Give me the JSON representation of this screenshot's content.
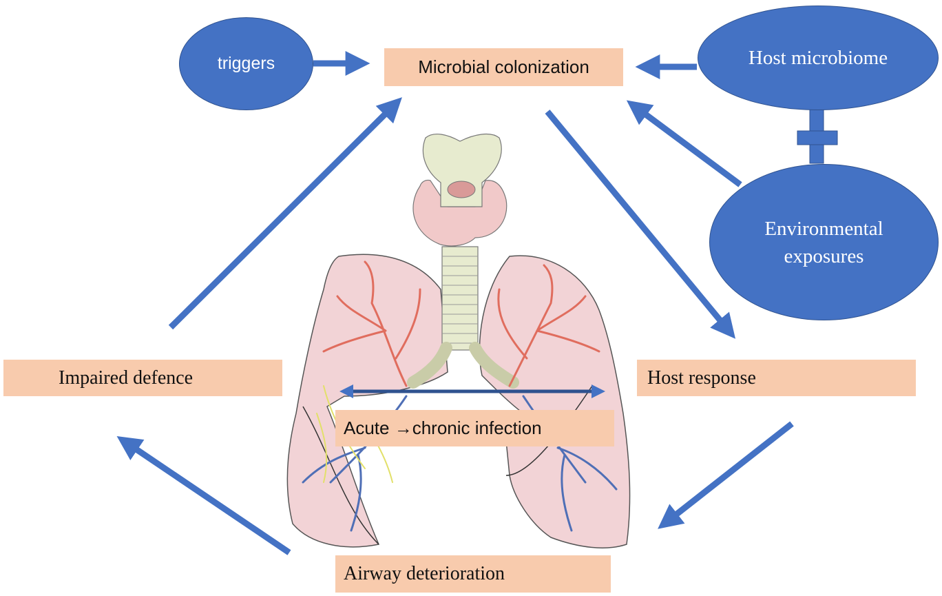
{
  "colors": {
    "arrow": "#4472c4",
    "oval_fill": "#4472c4",
    "box_fill": "#f8cbad",
    "lung_fill": "#f2d3d6",
    "trachea_fill": "#e7ebcf",
    "artery": "#e06d5e",
    "vein": "#4f6fb6",
    "bronchiole_yellow": "#e2e06a"
  },
  "nodes": {
    "triggers": "triggers",
    "microbial_colonization": "Microbial colonization",
    "host_microbiome": "Host microbiome",
    "environmental_exposures_line1": "Environmental",
    "environmental_exposures_line2": "exposures",
    "host_response": "Host response",
    "airway_deterioration": "Airway deterioration",
    "impaired_defence": "Impaired defence",
    "acute_chronic_infection": "Acute →chronic infection"
  },
  "symbols": {
    "plus": "plus-icon"
  }
}
